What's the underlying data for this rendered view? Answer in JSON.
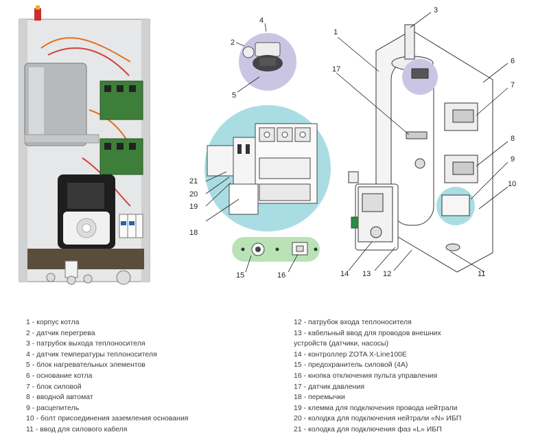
{
  "callouts": {
    "c1": "1",
    "c2": "2",
    "c3": "3",
    "c4": "4",
    "c5": "5",
    "c6": "6",
    "c7": "7",
    "c8": "8",
    "c9": "9",
    "c10": "10",
    "c11": "11",
    "c12": "12",
    "c13": "13",
    "c14": "14",
    "c15": "15",
    "c16": "16",
    "c17": "17",
    "c18": "18",
    "c19": "19",
    "c20": "20",
    "c21": "21"
  },
  "legend_left": [
    "1 - корпус котла",
    "2 - датчик перегрева",
    "3 - патрубок выхода теплоносителя",
    "4 - датчик температуры теплоносителя",
    "5 - блок нагревательных элементов",
    "6 - основание котла",
    "7 - блок силовой",
    "8 - вводной автомат",
    "9 - расцепитель",
    "10 - болт присоединения заземления основания",
    "11 - ввод для силового кабеля"
  ],
  "legend_right": [
    "12 - патрубок входа теплоносителя",
    "13 - кабельный ввод для проводов внешних",
    "устройств (датчики, насосы)",
    "14 - контроллер ZOTA X-Line100E",
    "15 - предохранитель силовой (4А)",
    "16 - кнопка отключения пульта управления",
    "17 - датчик давления",
    "18 - перемычки",
    "19 - клемма для подключения провода нейтрали",
    "20 - колодка для подключения нейтрали «N» ИБП",
    "21 - колодка для подключения фаз «L» ИБП"
  ],
  "colors": {
    "callout_fill": "#a9dde3",
    "sensor_fill": "#c9c5e3",
    "panel_fill": "#b9e2b6",
    "device_green": "#2d8a45"
  }
}
